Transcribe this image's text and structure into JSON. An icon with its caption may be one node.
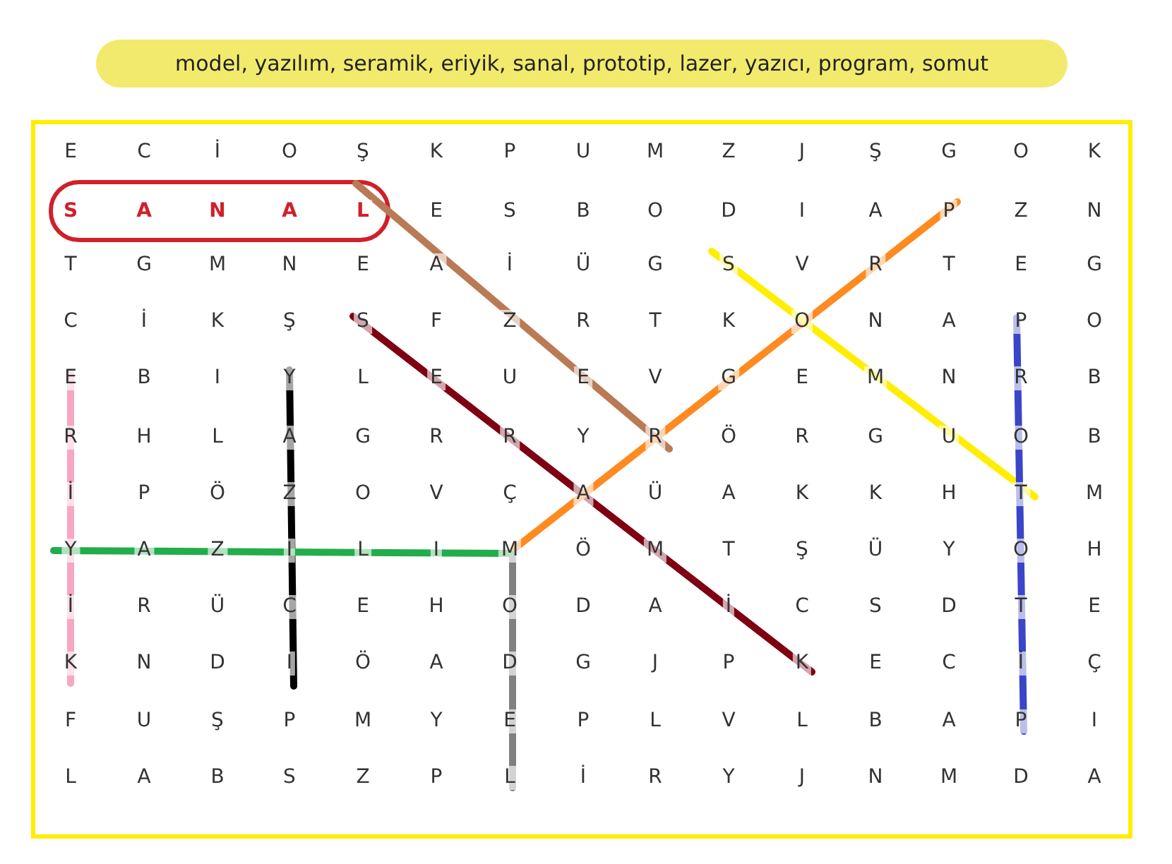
{
  "diagram": {
    "labels": [
      "model, yazılım, seramik, eriyik, sanal, prototip, lazer, yazıcı, program, somut",
      "E",
      "C",
      "İ",
      "O",
      "Ş",
      "K",
      "P",
      "U",
      "M",
      "Z",
      "J",
      "Ş",
      "G",
      "O",
      "K",
      "S",
      "A",
      "N",
      "A",
      "L",
      "E",
      "S",
      "B",
      "O",
      "D",
      "I",
      "A",
      "P",
      "Z",
      "N",
      "T",
      "G",
      "M",
      "N",
      "E",
      "A",
      "İ",
      "Ü",
      "G",
      "S",
      "V",
      "R",
      "T",
      "E",
      "G",
      "C",
      "İ",
      "K",
      "Ş",
      "S",
      "F",
      "Z",
      "R",
      "T",
      "K",
      "O",
      "N",
      "A",
      "P",
      "O",
      "E",
      "B",
      "I",
      "Y",
      "L",
      "E",
      "U",
      "E",
      "V",
      "G",
      "E",
      "M",
      "N",
      "R",
      "B",
      "R",
      "H",
      "L",
      "A",
      "G",
      "R",
      "R",
      "Y",
      "R",
      "Ö",
      "R",
      "G",
      "U",
      "O",
      "B",
      "İ",
      "P",
      "Ö",
      "Z",
      "O",
      "V",
      "Ç",
      "A",
      "Ü",
      "A",
      "K",
      "K",
      "H",
      "T",
      "M",
      "Y",
      "A",
      "Z",
      "I",
      "L",
      "I",
      "M",
      "Ö",
      "M",
      "T",
      "Ş",
      "Ü",
      "Y",
      "O",
      "H",
      "İ",
      "R",
      "Ü",
      "C",
      "E",
      "H",
      "O",
      "D",
      "A",
      "İ",
      "C",
      "S",
      "D",
      "T",
      "E",
      "K",
      "N",
      "D",
      "I",
      "Ö",
      "A",
      "D",
      "G",
      "J",
      "P",
      "K",
      "E",
      "C",
      "İ",
      "Ç",
      "F",
      "U",
      "Ş",
      "P",
      "M",
      "Y",
      "E",
      "P",
      "L",
      "V",
      "L",
      "B",
      "A",
      "P",
      "I",
      "L",
      "A",
      "B",
      "S",
      "Z",
      "P",
      "L",
      "İ",
      "R",
      "Y",
      "J",
      "N",
      "M",
      "D",
      "A"
    ]
  }
}
